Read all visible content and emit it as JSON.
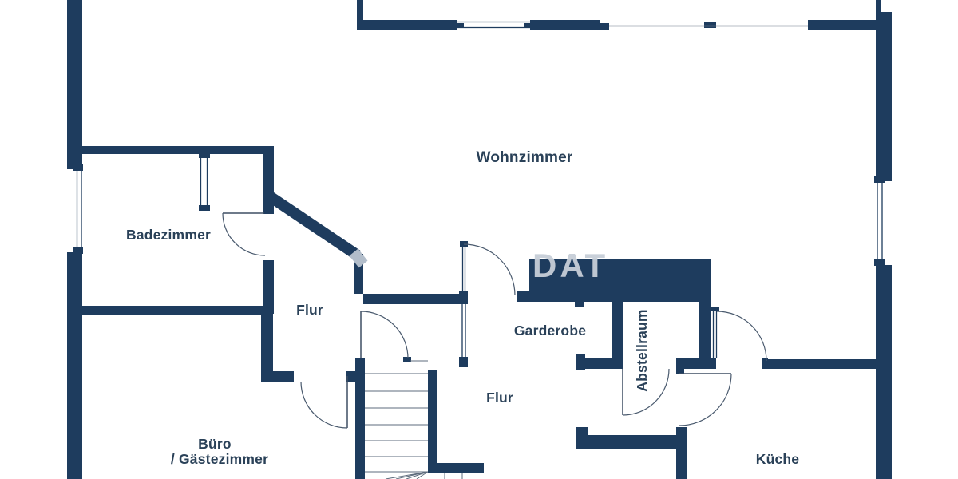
{
  "floorplan": {
    "labels": {
      "wohnzimmer": "Wohnzimmer",
      "badezimmer": "Badezimmer",
      "flur_upper": "Flur",
      "flur_lower": "Flur",
      "garderobe": "Garderobe",
      "abstellraum": "Abstellraum",
      "buero_line1": "Büro",
      "buero_line2": "/ Gästezimmer",
      "kueche": "Küche"
    },
    "watermark": "DAT",
    "colors": {
      "wall": "#1e3c5e",
      "text": "#2a4158",
      "line": "#3f4f63",
      "arc": "#4a5a6e",
      "tread": "#5d6b7c",
      "glassline": "#707c8a",
      "watermark": "#c7ced8",
      "graypiece": "#b2bdca",
      "background": "#ffffff"
    }
  }
}
